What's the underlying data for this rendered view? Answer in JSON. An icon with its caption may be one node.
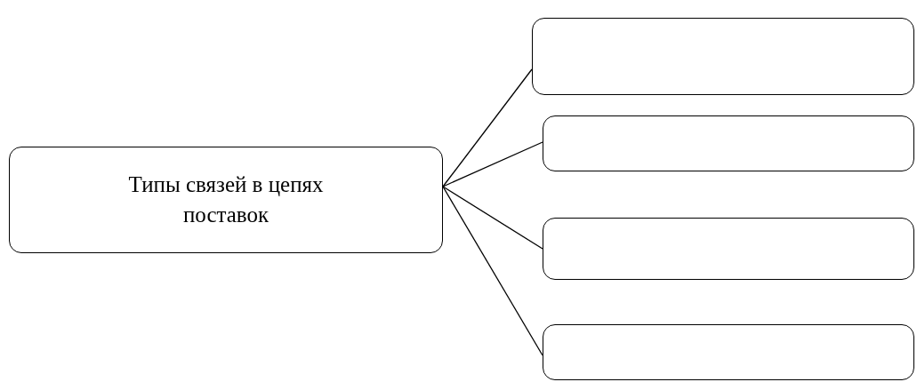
{
  "diagram": {
    "nodes": [
      {
        "text": [
          "Типы связей в цепях поставок"
        ]
      },
      {
        "text": [],
        "shape": "box"
      },
      {
        "text": [],
        "shape": "box"
      },
      {
        "text": [],
        "shape": "box"
      },
      {
        "text": [],
        "shape": "box"
      }
    ],
    "edges": [
      {
        "from": 0,
        "to": 1,
        "arrow": "none"
      },
      {
        "from": 0,
        "to": 2,
        "arrow": "none"
      },
      {
        "from": 0,
        "to": 3,
        "arrow": "none"
      },
      {
        "from": 0,
        "to": 4,
        "arrow": "none"
      }
    ]
  }
}
